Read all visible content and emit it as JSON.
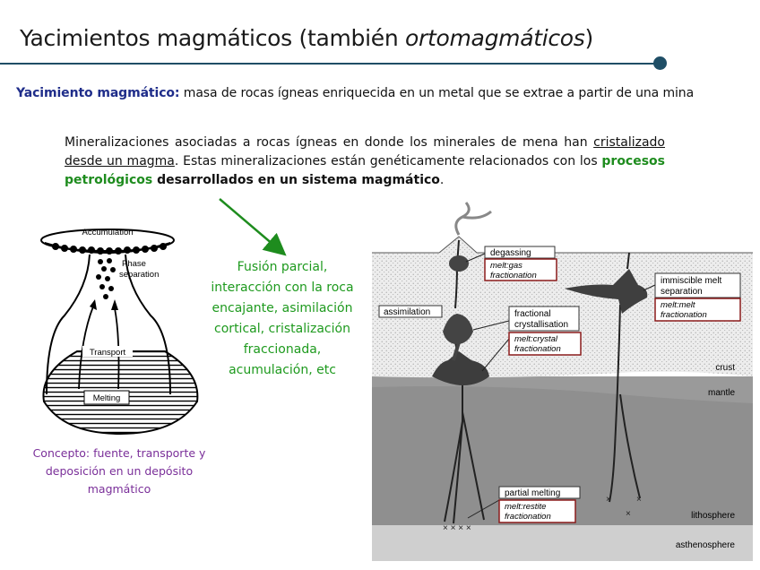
{
  "slide": {
    "title_main": "Yacimientos magmáticos (también ",
    "title_italic": "ortomagmáticos",
    "title_end": ")"
  },
  "definition": {
    "term": "Yacimiento magmático:",
    "text": " masa de rocas ígneas enriquecida en un metal que se extrae a partir de una mina"
  },
  "paragraph": {
    "part1": "Mineralizaciones asociadas a rocas ígneas en donde los minerales de mena han ",
    "underlined": "cristalizado desde un magma",
    "part2": ". Estas mineralizaciones están genéticamente relacionados con los ",
    "green_bold": "procesos petrológicos",
    "bold": " desarrollados en un sistema magmático",
    "end": "."
  },
  "processes_note": "Fusión parcial, interacción con la roca encajante, asimilación cortical, cristalización fraccionada, acumulación, etc",
  "concept_note": "Concepto: fuente, transporte y deposición en un depósito magmático",
  "left_diagram": {
    "accumulation": "Accumulation",
    "phase_1": "Phase",
    "phase_2": "separation",
    "transport": "Transport",
    "melting": "Melting"
  },
  "right_diagram": {
    "degassing": "degassing",
    "degassing_sub_1": "melt:gas",
    "degassing_sub_2": "fractionation",
    "assimilation": "assimilation",
    "fractional_1": "fractional",
    "fractional_2": "crystallisation",
    "fractional_sub_1": "melt:crystal",
    "fractional_sub_2": "fractionation",
    "immiscible_1": "immiscible melt",
    "immiscible_2": "separation",
    "immiscible_sub_1": "melt:melt",
    "immiscible_sub_2": "fractionation",
    "partial": "partial melting",
    "partial_sub_1": "melt:restite",
    "partial_sub_2": "fractionation",
    "crust": "crust",
    "mantle": "mantle",
    "lithosphere": "lithosphere",
    "asthenosphere": "asthenosphere"
  },
  "colors": {
    "rule": "#1f4e66",
    "term": "#1f2d8a",
    "green": "#1e8c1e",
    "purple": "#7a2f99",
    "box_outline": "#8b1c1c"
  }
}
